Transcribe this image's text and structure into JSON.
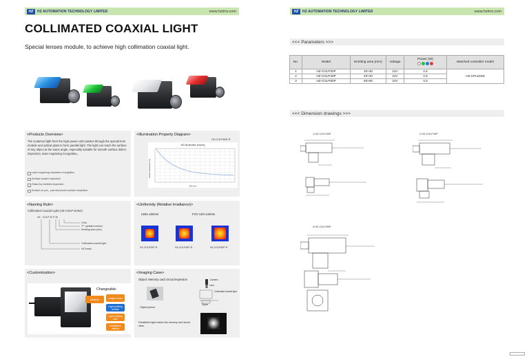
{
  "header": {
    "company": "HZ AUTOMATION TECHNOLOGY LIMITED",
    "logo_text": "HZ",
    "url": "www.hztmv.com"
  },
  "left": {
    "title": "COLLIMATED COAXIAL LIGHT",
    "subtitle": "Special lenses module, to achieve high collimation coaxial light.",
    "overview": {
      "title": "<Products Overview>",
      "text": "The scattered light from the high-power LED passes through the special lens module and optical glass to form parallel light. The light can reach the surface of any object at the same angle, especially suitable for smooth surface defect inspection, laser engraving recognition。",
      "bullets": [
        "Laser engraving characters recognition",
        "Surface scratch inspection",
        "Glass tiny bubbles inspection",
        "Scratch on pcs、pad and phone surface inspection"
      ]
    },
    "illumination": {
      "title": "<Illumination Property Diagram>",
      "model": "HZ-COLP60P-R",
      "chart_title": "WD-Illumination property",
      "ylabel": "Relative illuminance (%)",
      "xlabel": "WD (mm)"
    },
    "naming": {
      "title": "<Naming Rule>",
      "series": "Collimated Coaxial Light (HZ-COLP series)",
      "code": "HZ - COLP 30 P-W",
      "labels": [
        "Color",
        "\"P\" updated version",
        "Emitting area (mm)",
        "Collimated coaxial light",
        "HZ brand"
      ]
    },
    "uniformity": {
      "title": "<Uniformity (Relative Irradiance)>",
      "lwd": "LWD=100mm",
      "fov": "FOV 140×140mm",
      "captions": [
        "HZ-COLP30P-R",
        "HZ-COLP40P-R",
        "HZ-COLP60P-R"
      ]
    },
    "customization": {
      "title": "<Customization>",
      "heading": "Changeable:",
      "chips": [
        "Viewport",
        "Length of wire",
        "Light-emitting surface",
        "Light-emitting color",
        "Installation method"
      ]
    },
    "imaging": {
      "title": "<Imaging Case>",
      "object": "Object: Memory card circuit inspection",
      "camera": "Camera",
      "lens": "Lens",
      "light": "Collimated coaxial light",
      "obj_label": "Object",
      "picture": "Object picture",
      "note": "Parallelism light makes the memory card circuit clear."
    }
  },
  "right": {
    "params_title": "<<<    Parameters    >>>",
    "table": {
      "headers": [
        "No.",
        "Model",
        "Emitting area (mm)",
        "Voltage",
        "Power (W)",
        "Matched controller model"
      ],
      "rows": [
        [
          "1",
          "HZ-COLP30P",
          "30×30",
          "24V",
          "4.5"
        ],
        [
          "2",
          "HZ-COLP40P",
          "40×40",
          "24V",
          "4.5"
        ],
        [
          "3",
          "HZ-COLP60P",
          "60×60",
          "24V",
          "4.5"
        ]
      ],
      "controller": "HZ-CPL515D"
    },
    "dim_title": "<<<    Dimension drawings    >>>",
    "drawings": [
      "1.HZ-COLP30P",
      "2.HZ-COLP40P",
      "3.HZ-COLP60P"
    ]
  },
  "colors": {
    "header_bg": "#c9e6b0",
    "blue": "#1f7fd9",
    "green": "#21c23f",
    "red": "#e23c3c",
    "chip_blue": "#1c6fd1",
    "chip_orange": "#f08a1c"
  }
}
